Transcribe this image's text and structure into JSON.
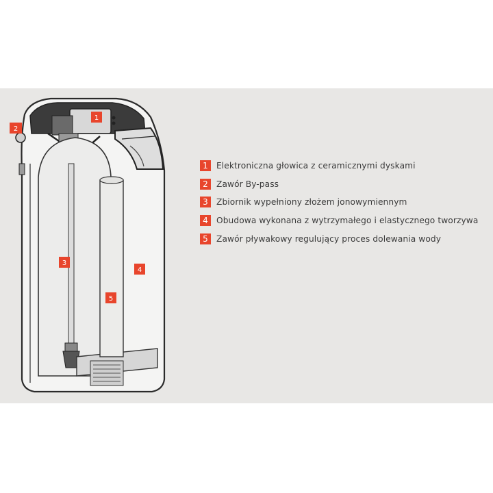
{
  "callouts": [
    {
      "num": "1",
      "text": "Elektroniczna głowica z ceramicznymi dyskami"
    },
    {
      "num": "2",
      "text": "Zawór By-pass"
    },
    {
      "num": "3",
      "text": "Zbiornik wypełniony złożem jonowymiennym"
    },
    {
      "num": "4",
      "text": "Obudowa wykonana z wytrzymałego i elastycznego tworzywa"
    },
    {
      "num": "5",
      "text": "Zawór pływakowy regulujący proces dolewania wody"
    }
  ],
  "markers": {
    "m1": "1",
    "m2": "2",
    "m3": "3",
    "m4": "4",
    "m5": "5"
  },
  "colors": {
    "accent": "#e8452c",
    "panel": "#e8e7e5",
    "text": "#3a3a3a"
  }
}
